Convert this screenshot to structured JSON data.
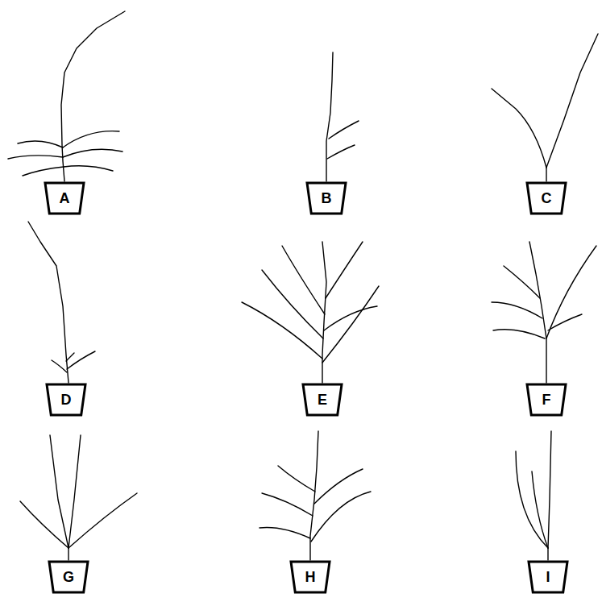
{
  "diagram": {
    "nodes": [
      {
        "text": [
          "A"
        ]
      },
      {
        "text": [
          "B"
        ]
      },
      {
        "text": [
          "C"
        ]
      },
      {
        "text": [
          "D"
        ]
      },
      {
        "text": [
          "E"
        ]
      },
      {
        "text": [
          "F"
        ]
      },
      {
        "text": [
          "G"
        ]
      },
      {
        "text": [
          "H"
        ]
      },
      {
        "text": [
          "I"
        ]
      }
    ]
  }
}
